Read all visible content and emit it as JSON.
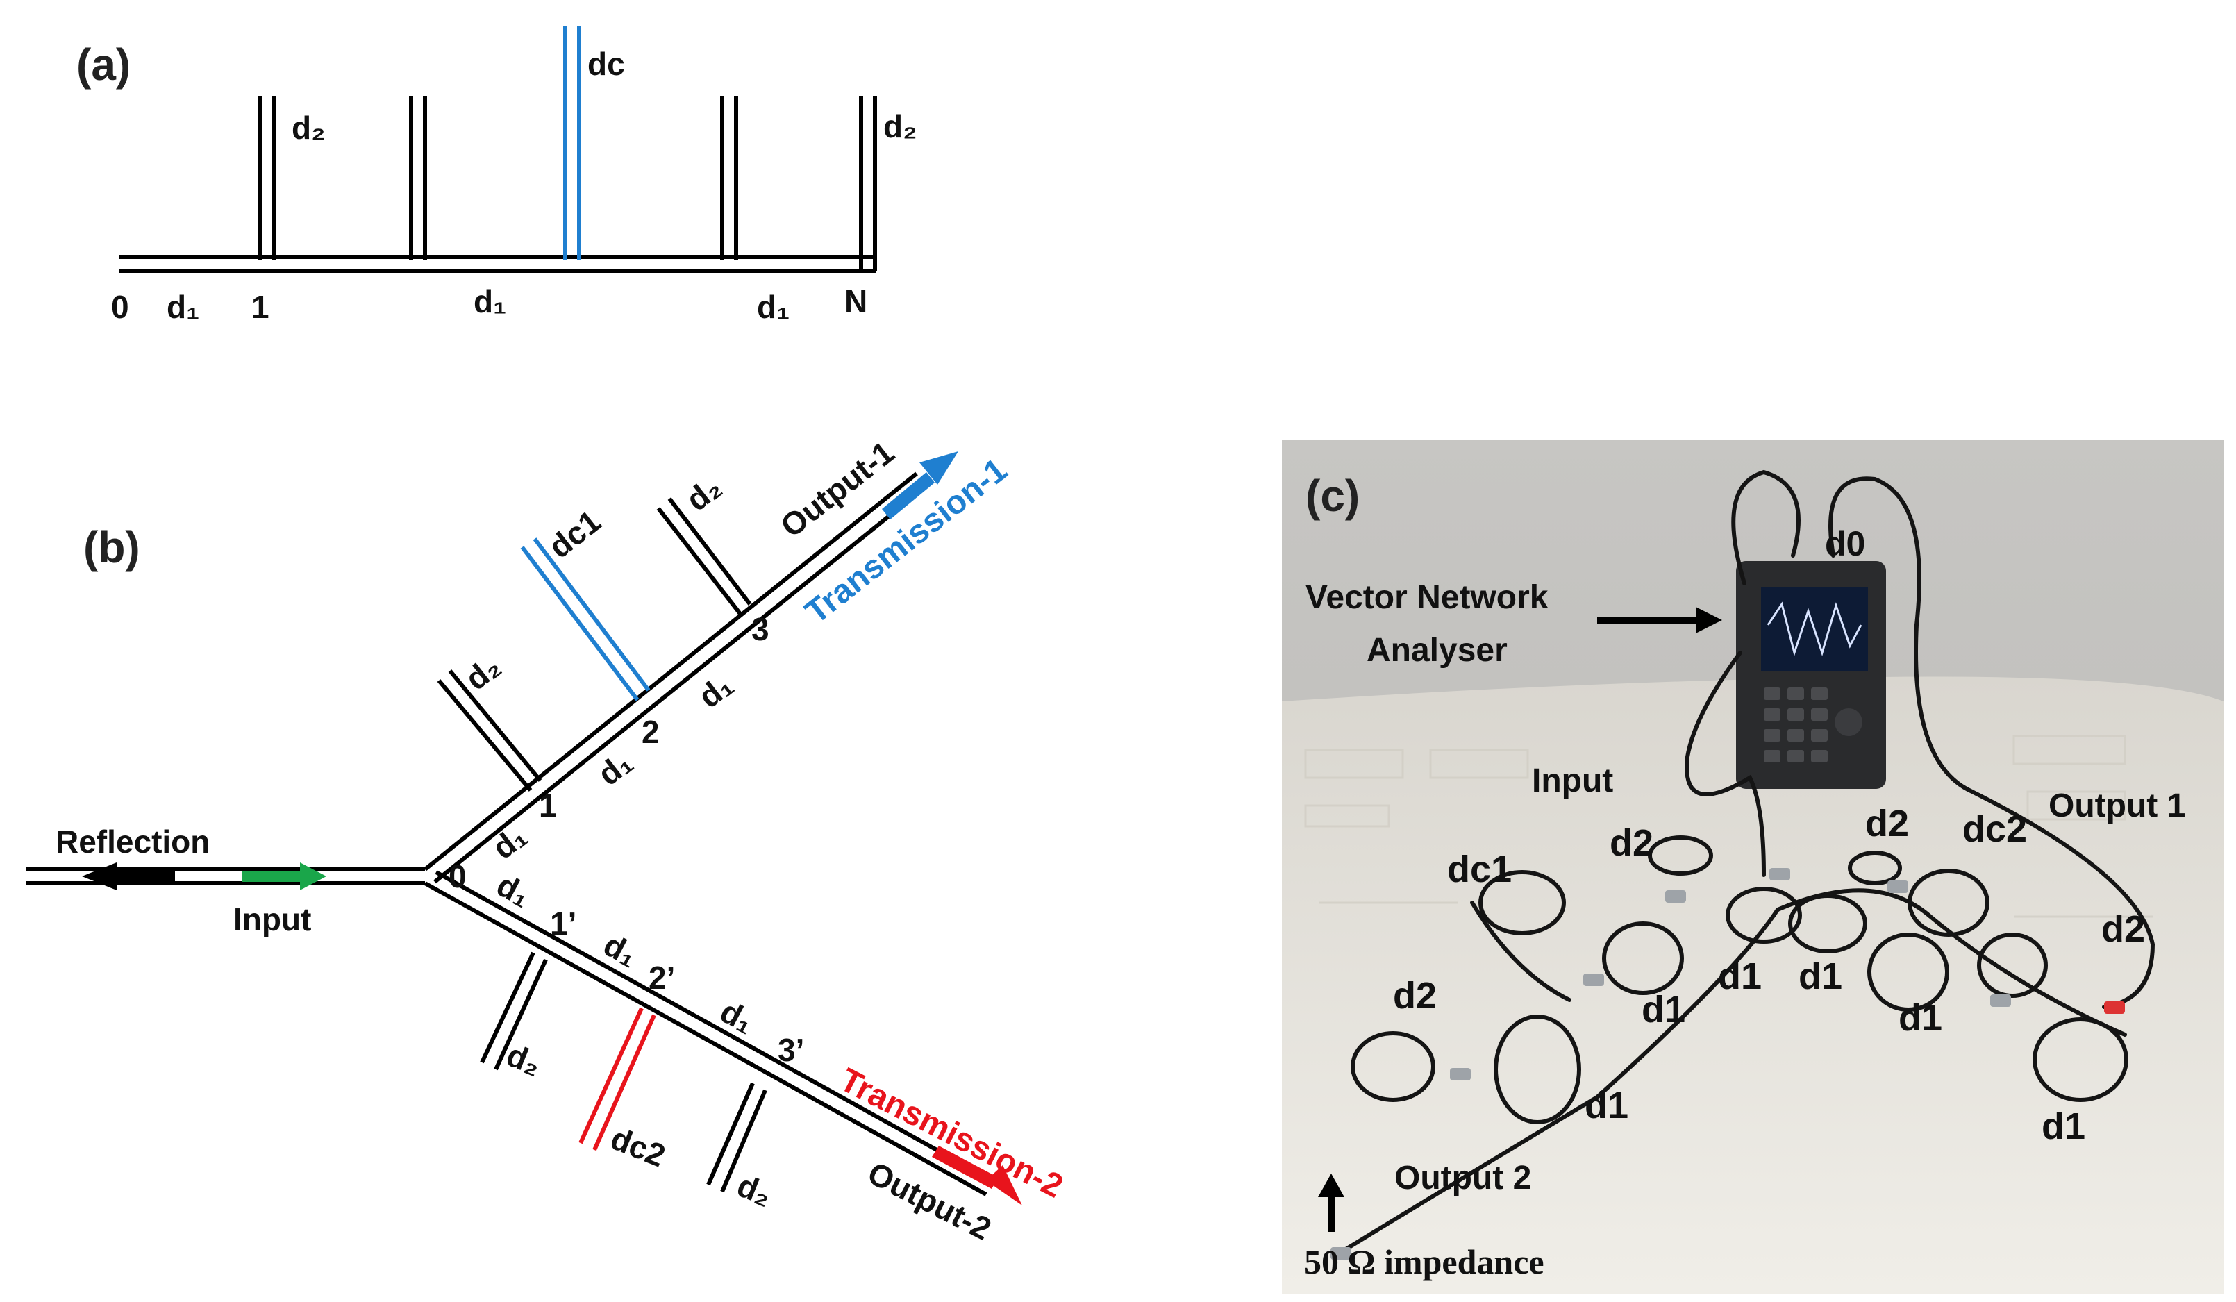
{
  "panel_a": {
    "panel_label": "(a)",
    "label_d2_left": "d₂",
    "label_dc": "dc",
    "label_d2_right": "d₂",
    "node_0": "0",
    "seg_d1_a": "d₁",
    "node_1": "1",
    "seg_d1_b": "d₁",
    "seg_d1_c": "d₁",
    "node_N": "N"
  },
  "panel_b": {
    "panel_label": "(b)",
    "reflection": "Reflection",
    "input": "Input",
    "output_1": "Output-1",
    "transmission_1": "Transmission-1",
    "output_2": "Output-2",
    "transmission_2": "Transmission-2",
    "upper_dc1": "dc1",
    "upper_d2_a": "d₂",
    "upper_d2_b": "d₂",
    "upper_d1_a": "d₁",
    "upper_d1_b": "d₁",
    "upper_d1_c": "d₁",
    "upper_node_1": "1",
    "upper_node_2": "2",
    "upper_node_3": "3",
    "lower_node_0": "0",
    "lower_d1_a": "d₁",
    "lower_d1_b": "d₁",
    "lower_d1_c": "d₁",
    "lower_node_1": "1’",
    "lower_node_2": "2’",
    "lower_node_3": "3’",
    "lower_d2_a": "d₂",
    "lower_dc2": "dc2",
    "lower_d2_b": "d₂"
  },
  "panel_c": {
    "panel_label": "(c)",
    "vna_line1": "Vector Network",
    "vna_line2": "Analyser",
    "d0": "d0",
    "input": "Input",
    "output_1": "Output 1",
    "output_2": "Output 2",
    "impedance": "50 Ω impedance",
    "dc1": "dc1",
    "dc2": "dc2",
    "d2_a": "d2",
    "d2_b": "d2",
    "d2_c": "d2",
    "d2_d": "d2",
    "d1_a": "d1",
    "d1_b": "d1",
    "d1_c": "d1",
    "d1_d": "d1",
    "d1_e": "d1",
    "d1_f": "d1"
  },
  "colors": {
    "line": "#000000",
    "blue": "#1f7fd0",
    "red": "#e8141c",
    "green": "#1aa64a",
    "photo_wall": "#c9c8c5",
    "photo_table": "#e9e6df"
  }
}
